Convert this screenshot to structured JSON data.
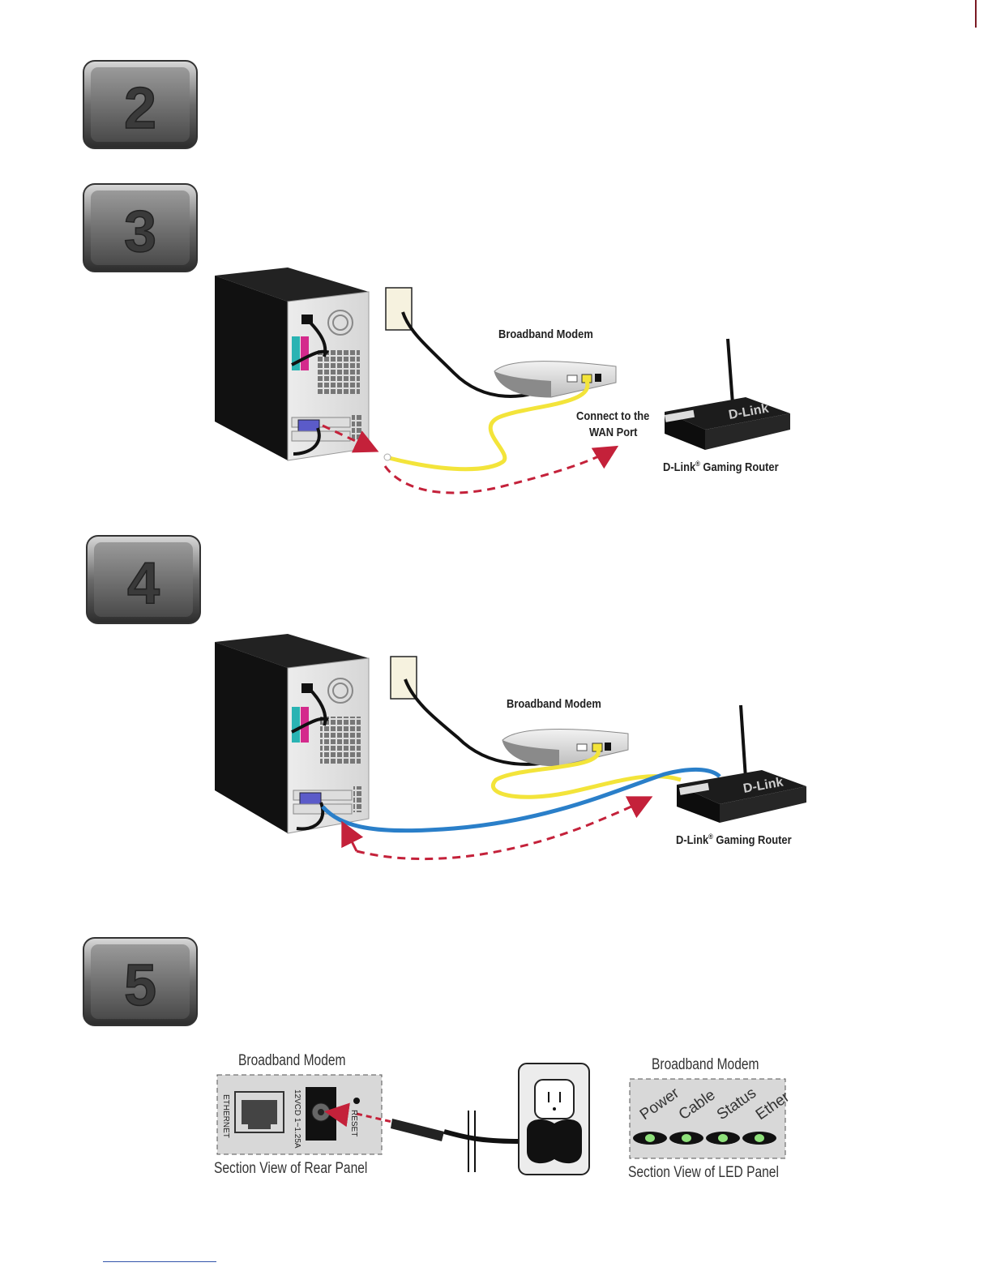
{
  "steps": [
    {
      "number": "2"
    },
    {
      "number": "3"
    },
    {
      "number": "4"
    },
    {
      "number": "5"
    }
  ],
  "diagram3": {
    "modem_label": "Broadband Modem",
    "wan_label_line1": "Connect to the",
    "wan_label_line2": "WAN Port",
    "router_label_brand": "D-Link",
    "router_label_mark": "®",
    "router_label_rest": " Gaming Router"
  },
  "diagram4": {
    "modem_label": "Broadband Modem",
    "router_label_brand": "D-Link",
    "router_label_mark": "®",
    "router_label_rest": " Gaming Router"
  },
  "diagram5": {
    "rear_title": "Broadband Modem",
    "rear_caption": "Section View of Rear Panel",
    "port_ethernet": "ETHERNET",
    "port_power": "12VCD 1~1.25A",
    "port_reset": "RESET",
    "led_title": "Broadband Modem",
    "led_caption": "Section View of LED Panel",
    "leds": [
      "Power",
      "Cable",
      "Status",
      "Ether"
    ]
  },
  "colors": {
    "cable_yellow": "#f3e43a",
    "cable_blue": "#2a7fc9",
    "arrow_red": "#c4213a",
    "cable_black": "#111111"
  }
}
